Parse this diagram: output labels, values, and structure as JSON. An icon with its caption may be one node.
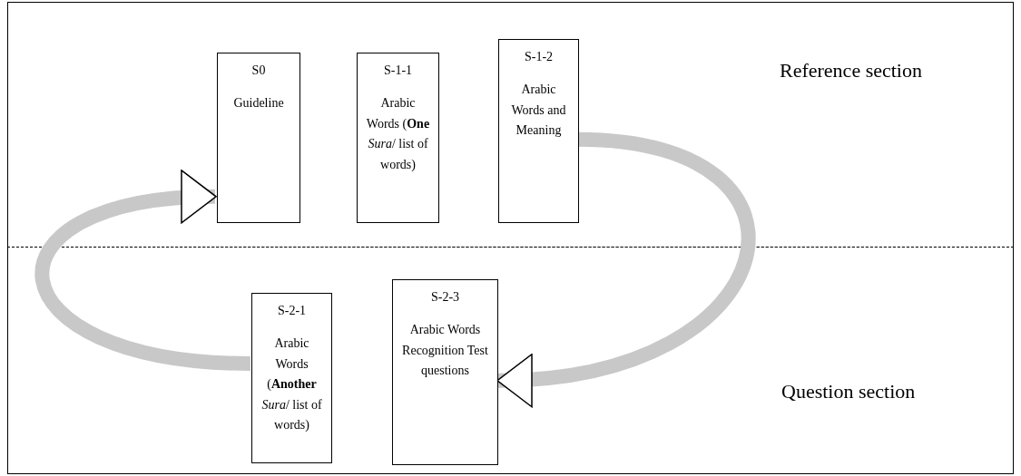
{
  "diagram": {
    "nodes": [
      {
        "text": [
          "Reference section"
        ]
      },
      {
        "text": [
          "S0",
          "Guideline"
        ],
        "in": 0
      },
      {
        "text": [
          "S-1-1",
          "Arabic Words (**One** *Sura*/ list of words)"
        ],
        "in": 0
      },
      {
        "text": [
          "S-1-2",
          "Arabic Words and Meaning"
        ],
        "in": 0
      },
      {
        "text": [
          "Question section"
        ]
      },
      {
        "text": [
          "S-2-1",
          "Arabic Words (**Another** *Sura*/ list of words)"
        ],
        "in": 4
      },
      {
        "text": [
          "S-2-3",
          "Arabic Words Recognition Test questions"
        ],
        "in": 4
      }
    ],
    "edges": [
      {
        "from": 5,
        "to": 1,
        "arrow": "to"
      },
      {
        "from": 3,
        "to": 6,
        "arrow": "to"
      }
    ]
  }
}
